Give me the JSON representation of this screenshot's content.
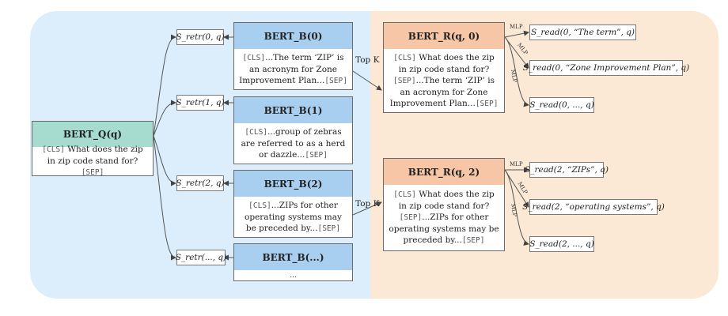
{
  "query_encoder": {
    "title": "BERT_Q(q)",
    "text_pre": "[CLS]",
    "text_main": " What does the zip in zip code stand for?",
    "text_post": "[SEP]"
  },
  "retriever_scores": [
    "S_retr(0, q)",
    "S_retr(1, q)",
    "S_retr(2, q)",
    "S_retr(..., q)"
  ],
  "passages": [
    {
      "title": "BERT_B(0)",
      "cls": "[CLS]",
      "text": "...The term ‘ZIP’ is an acronym for Zone Improvement Plan...",
      "sep": "[SEP]"
    },
    {
      "title": "BERT_B(1)",
      "cls": "[CLS]",
      "text": "...group of zebras are referred to as a herd or dazzle...",
      "sep": "[SEP]"
    },
    {
      "title": "BERT_B(2)",
      "cls": "[CLS]",
      "text": "...ZIPs for other operating systems may be preceded by...",
      "sep": "[SEP]"
    },
    {
      "title": "BERT_B(...)",
      "cls": "",
      "text": "...",
      "sep": ""
    }
  ],
  "top_k_label": "Top K",
  "mlp_label": "MLP",
  "readers": [
    {
      "title": "BERT_R(q, 0)",
      "cls": "[CLS]",
      "q": " What does the zip in zip code stand for?",
      "sep": "[SEP]",
      "p": "...The term ‘ZIP’ is an acronym for Zone Improvement Plan...",
      "sep2": "[SEP]",
      "outputs": [
        "S_read(0, “The term”, q)",
        "S_read(0, “Zone Improvement Plan”, q)",
        "S_read(0, ..., q)"
      ]
    },
    {
      "title": "BERT_R(q, 2)",
      "cls": "[CLS]",
      "q": " What does the zip in zip code stand for?",
      "sep": "[SEP]",
      "p": "...ZIPs for other operating systems may be preceded by...",
      "sep2": "[SEP]",
      "outputs": [
        "S_read(2, “ZIPs”, q)",
        "S_read(2, “operating systems”, q)",
        "S_read(2, ..., q)"
      ]
    }
  ],
  "colors": {
    "left_panel": "#dceefb",
    "right_panel": "#fbe9d6",
    "query_head": "#a5dccf",
    "passage_head": "#a8cef0",
    "reader_head": "#f6c6a6"
  }
}
